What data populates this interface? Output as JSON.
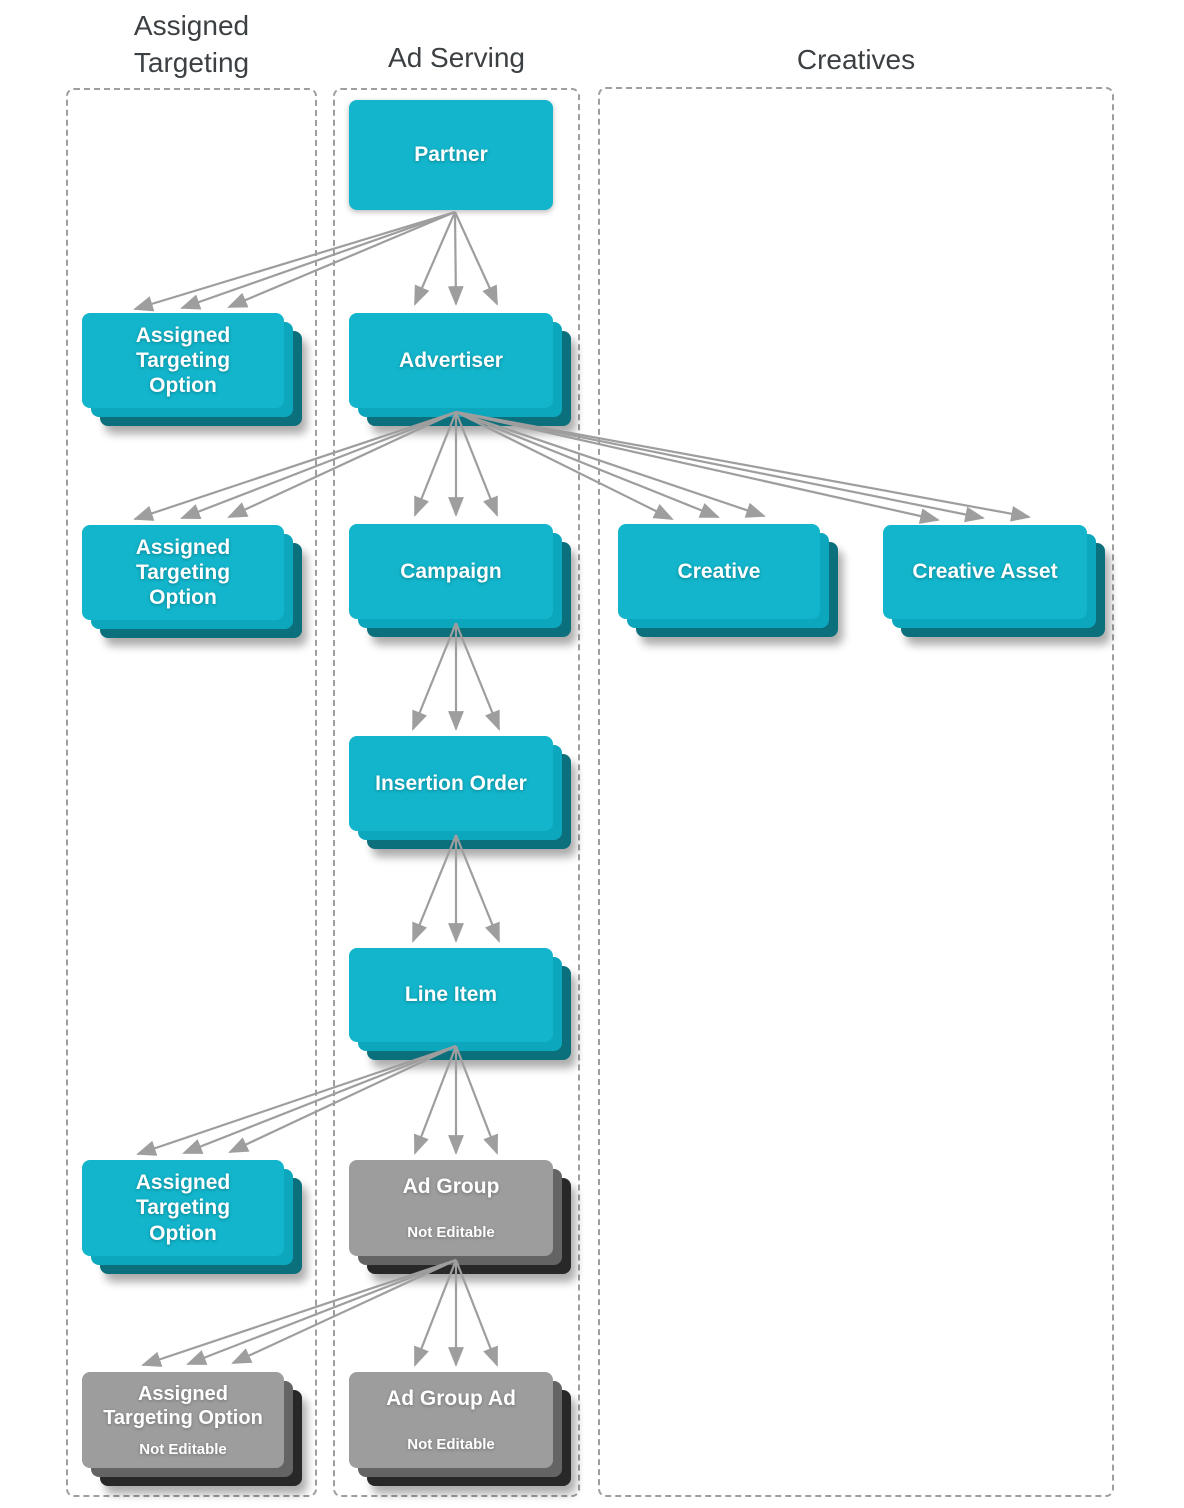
{
  "diagram": {
    "columns": [
      {
        "title": "Assigned\nTargeting"
      },
      {
        "title": "Ad Serving"
      },
      {
        "title": "Creatives"
      }
    ],
    "nodes": {
      "partner": {
        "label": "Partner"
      },
      "assigned_targeting_option_1": {
        "label": "Assigned\nTargeting\nOption"
      },
      "advertiser": {
        "label": "Advertiser"
      },
      "assigned_targeting_option_2": {
        "label": "Assigned\nTargeting\nOption"
      },
      "campaign": {
        "label": "Campaign"
      },
      "creative": {
        "label": "Creative"
      },
      "creative_asset": {
        "label": "Creative Asset"
      },
      "insertion_order": {
        "label": "Insertion Order"
      },
      "line_item": {
        "label": "Line Item"
      },
      "assigned_targeting_option_3": {
        "label": "Assigned\nTargeting\nOption"
      },
      "ad_group": {
        "label": "Ad Group",
        "sublabel": "Not Editable"
      },
      "assigned_targeting_option_4": {
        "label": "Assigned\nTargeting Option",
        "sublabel": "Not Editable"
      },
      "ad_group_ad": {
        "label": "Ad Group Ad",
        "sublabel": "Not Editable"
      }
    },
    "colors": {
      "node_editable": "#12b5cb",
      "node_editable_layer2": "#0ca6bd",
      "node_editable_layer3": "#0c6f7c",
      "node_not_editable": "#9d9d9d",
      "node_not_editable_layer2": "#646464",
      "node_not_editable_layer3": "#282828",
      "arrow": "#9e9e9e",
      "column_border": "#9e9e9e",
      "title_text": "#3c4043",
      "node_text": "#ffffff"
    }
  }
}
